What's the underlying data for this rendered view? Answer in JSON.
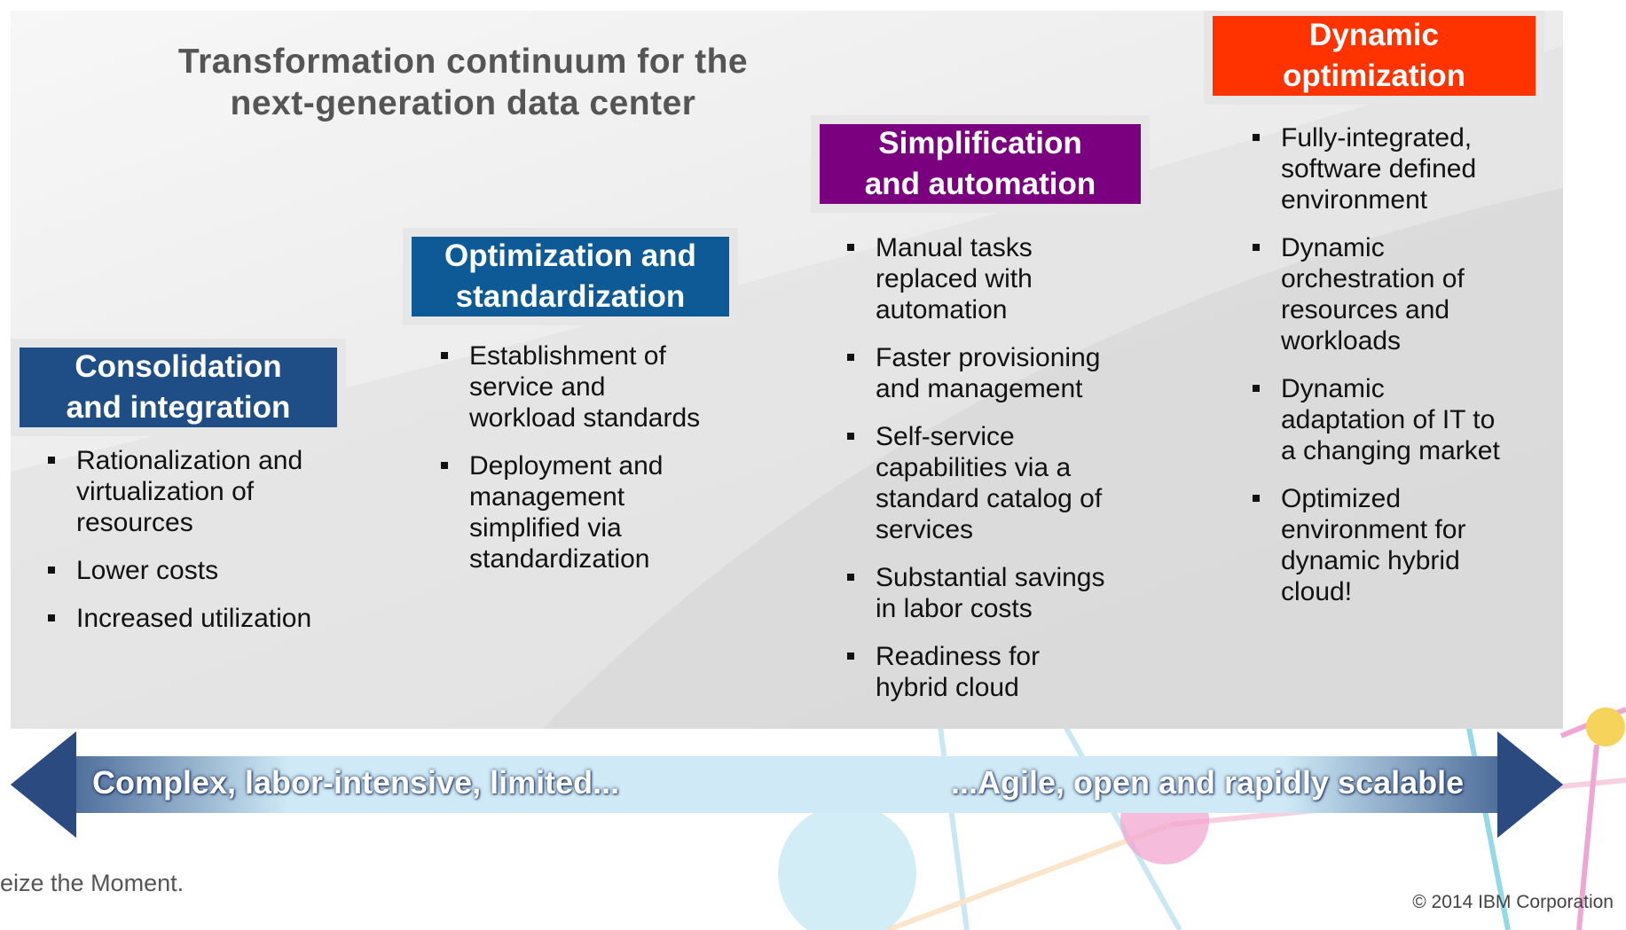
{
  "title_lines": [
    "Transformation continuum for the",
    "next-generation data center"
  ],
  "stages": [
    {
      "label_lines": [
        "Consolidation",
        "and integration"
      ],
      "color": "#1f4e87",
      "bullets": [
        "Rationalization and virtualization of resources",
        "Lower costs",
        "Increased utilization"
      ]
    },
    {
      "label_lines": [
        "Optimization and",
        "standardization"
      ],
      "color": "#0e5a96",
      "bullets": [
        "Establishment of service and workload standards",
        "Deployment and management simplified via standardization"
      ]
    },
    {
      "label_lines": [
        "Simplification",
        "and automation"
      ],
      "color": "#7a007f",
      "bullets": [
        "Manual tasks replaced with automation",
        "Faster provisioning and management",
        "Self-service capabilities via a standard catalog of services",
        "Substantial savings in labor costs",
        "Readiness for hybrid cloud"
      ]
    },
    {
      "label_lines": [
        "Dynamic",
        "optimization"
      ],
      "color": "#ff3300",
      "bullets": [
        "Fully-integrated, software defined environment",
        "Dynamic orchestration of resources and workloads",
        "Dynamic adaptation of IT to a changing market",
        "Optimized environment for dynamic hybrid cloud!"
      ]
    }
  ],
  "arrow": {
    "left_label": "Complex, labor-intensive, limited...",
    "right_label": "...Agile, open and rapidly scalable",
    "color": "#2a4a80"
  },
  "footer": {
    "tagline": "eize the Moment.",
    "copyright": "© 2014 IBM Corporation"
  }
}
